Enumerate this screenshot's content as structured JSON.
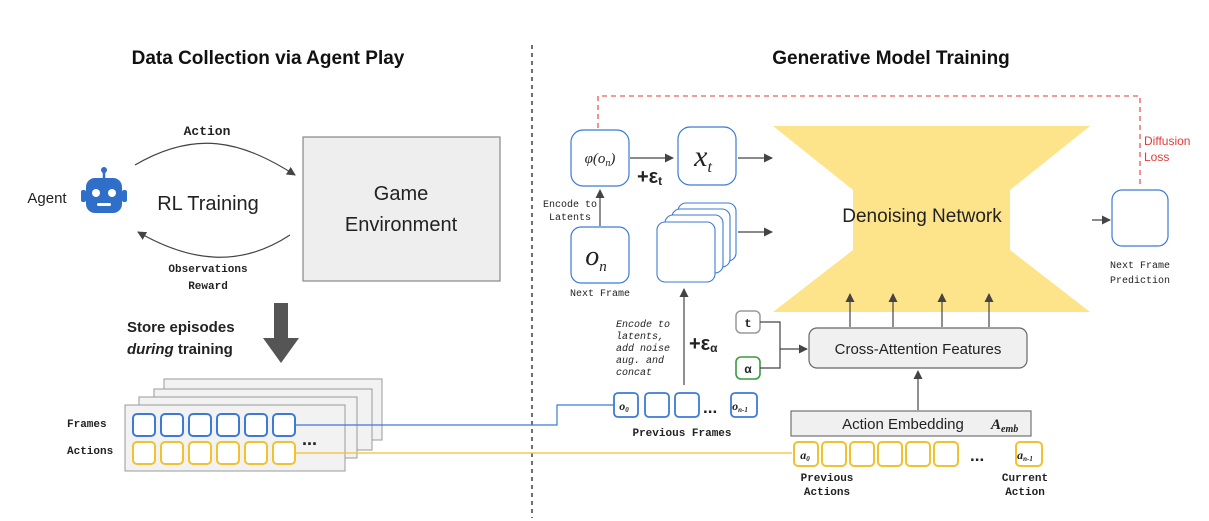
{
  "titles": {
    "left": "Data Collection via Agent Play",
    "right": "Generative Model Training"
  },
  "left": {
    "agent_label": "Agent",
    "action_label": "Action",
    "rl_training": "RL Training",
    "game_env_line1": "Game",
    "game_env_line2": "Environment",
    "observations": "Observations",
    "reward": "Reward",
    "store_line1": "Store episodes",
    "store_line2_italic": "during",
    "store_line2_rest": " training",
    "frames_label": "Frames",
    "actions_label": "Actions",
    "ellipsis": "..."
  },
  "right": {
    "phi_label": "φ(o",
    "phi_sub": "n",
    "phi_close": ")",
    "xt_label": "x",
    "xt_sub": "t",
    "eps_t": "+ε",
    "eps_t_sub": "t",
    "encode_latents_line1": "Encode to",
    "encode_latents_line2": "Latents",
    "on_label": "o",
    "on_sub": "n",
    "next_frame": "Next Frame",
    "denoising": "Denoising Network",
    "diffusion_loss_line1": "Diffusion",
    "diffusion_loss_line2": "Loss",
    "next_frame_pred_line1": "Next Frame",
    "next_frame_pred_line2": "Prediction",
    "encode_noise_lines": [
      "Encode to",
      "latents,",
      "add noise",
      "aug. and",
      "concat"
    ],
    "eps_alpha": "+ε",
    "eps_alpha_sub": "α",
    "t_token": "t",
    "alpha_token": "α",
    "cross_attention": "Cross-Attention Features",
    "action_embedding": "Action Embedding",
    "a_emb": "A",
    "a_emb_sub": "emb",
    "prev_frame_o0": "o",
    "prev_frame_o0_sub": "0",
    "prev_frame_on1": "o",
    "prev_frame_on1_sub": "n-1",
    "previous_frames": "Previous Frames",
    "a0": "a",
    "a0_sub": "0",
    "an1": "a",
    "an1_sub": "n-1",
    "previous_actions_line1": "Previous",
    "previous_actions_line2": "Actions",
    "current_action_line1": "Current",
    "current_action_line2": "Action",
    "ellipsis": "...",
    "ellipsis2": "..."
  },
  "colors": {
    "frame_blue": "#3d7ad6",
    "action_yellow": "#f2c12e",
    "unet_yellow": "#fde48a",
    "loss_red": "#e53935",
    "alpha_green": "#3c9a3c",
    "robot_blue": "#2f6fc9",
    "env_gray": "#eeeeee"
  },
  "icons": {
    "agent": "robot-icon",
    "store": "down-arrow-icon"
  }
}
